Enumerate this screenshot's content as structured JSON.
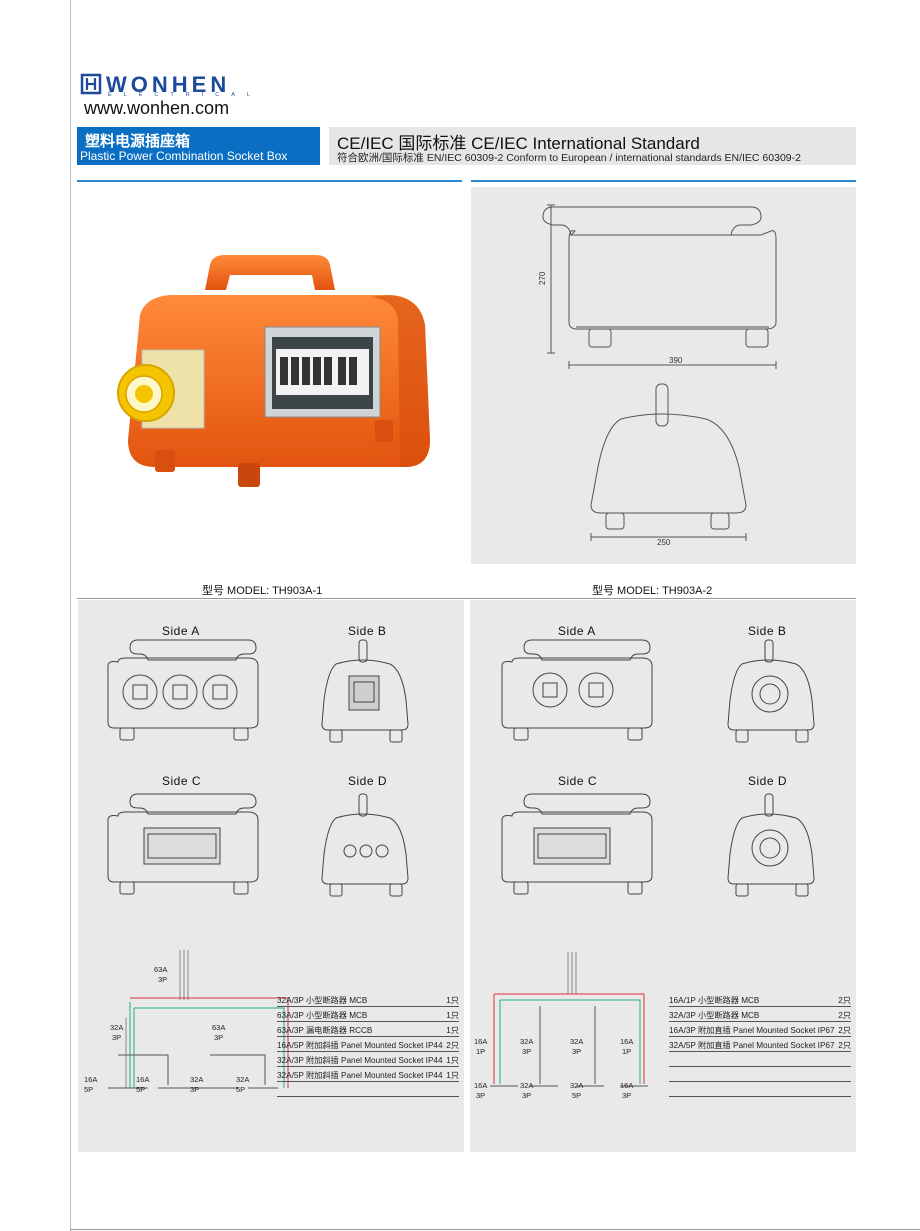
{
  "brand": {
    "name": "WONHEN",
    "sub": "ELECTRICAL",
    "website": "www.wonhen.com",
    "color": "#1e4a9a"
  },
  "title": {
    "cn": "塑料电源插座箱",
    "en": "Plastic Power Combination Socket Box"
  },
  "standard": {
    "main": "CE/IEC 国际标准 CE/IEC International Standard",
    "sub": "符合欧洲/国际标准 EN/IEC 60309-2  Conform to European / international standards EN/IEC 60309-2"
  },
  "dimensions": {
    "height": "270",
    "width": "390",
    "depth": "250"
  },
  "models": [
    {
      "label": "型号 MODEL: TH903A-1",
      "sides": [
        "Side A",
        "Side B",
        "Side C",
        "Side D"
      ],
      "diagram_labels": [
        "63A\n3P",
        "32A\n3P",
        "63A\n3P",
        "16A\n5P",
        "16A\n5P",
        "32A\n3P",
        "32A\n5P"
      ],
      "spec": [
        {
          "name": "32A/3P 小型断路器 MCB",
          "qty": "1只"
        },
        {
          "name": "63A/3P 小型断路器 MCB",
          "qty": "1只"
        },
        {
          "name": "63A/3P 漏电断路器 RCCB",
          "qty": "1只"
        },
        {
          "name": "16A/5P 附加斜插 Panel Mounted Socket IP44",
          "qty": "2只"
        },
        {
          "name": "32A/3P 附加斜插 Panel Mounted Socket IP44",
          "qty": "1只"
        },
        {
          "name": "32A/5P 附加斜插 Panel Mounted Socket IP44",
          "qty": "1只"
        },
        {
          "name": "",
          "qty": ""
        }
      ]
    },
    {
      "label": "型号 MODEL: TH903A-2",
      "sides": [
        "Side A",
        "Side B",
        "Side C",
        "Side D"
      ],
      "diagram_labels": [
        "16A\n1P",
        "32A\n3P",
        "32A\n3P",
        "16A\n1P",
        "16A\n3P",
        "32A\n3P",
        "32A\n5P",
        "16A\n3P"
      ],
      "spec": [
        {
          "name": "16A/1P 小型断路器 MCB",
          "qty": "2只"
        },
        {
          "name": "32A/3P 小型断路器 MCB",
          "qty": "2只"
        },
        {
          "name": "16A/3P 附加直插 Panel Mounted Socket IP67",
          "qty": "2只"
        },
        {
          "name": "32A/5P 附加直插 Panel Mounted Socket IP67",
          "qty": "2只"
        },
        {
          "name": "",
          "qty": ""
        },
        {
          "name": "",
          "qty": ""
        },
        {
          "name": "",
          "qty": ""
        }
      ]
    }
  ],
  "colors": {
    "accent": "#0a6fc2",
    "product_orange": "#f26a1b",
    "socket_yellow": "#f5c400",
    "panel_gray": "#e9e9e9"
  }
}
